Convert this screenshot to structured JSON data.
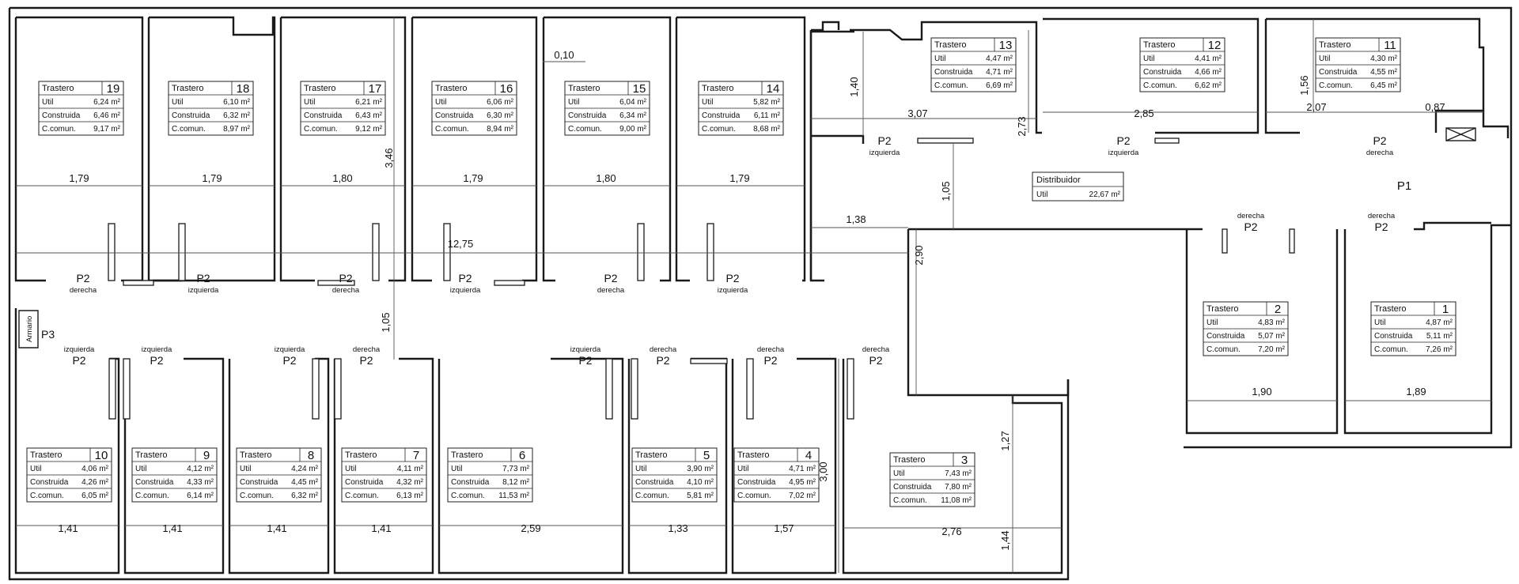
{
  "rooms": [
    {
      "id": "19",
      "title": "Trastero",
      "rows": [
        {
          "label": "Util",
          "value": "6,24 m²"
        },
        {
          "label": "Construida",
          "value": "6,46 m²"
        },
        {
          "label": "C.comun.",
          "value": "9,17 m²"
        }
      ]
    },
    {
      "id": "18",
      "title": "Trastero",
      "rows": [
        {
          "label": "Util",
          "value": "6,10 m²"
        },
        {
          "label": "Construida",
          "value": "6,32 m²"
        },
        {
          "label": "C.comun.",
          "value": "8,97 m²"
        }
      ]
    },
    {
      "id": "17",
      "title": "Trastero",
      "rows": [
        {
          "label": "Util",
          "value": "6,21 m²"
        },
        {
          "label": "Construida",
          "value": "6,43 m²"
        },
        {
          "label": "C.comun.",
          "value": "9,12 m²"
        }
      ]
    },
    {
      "id": "16",
      "title": "Trastero",
      "rows": [
        {
          "label": "Util",
          "value": "6,06 m²"
        },
        {
          "label": "Construida",
          "value": "6,30 m²"
        },
        {
          "label": "C.comun.",
          "value": "8,94 m²"
        }
      ]
    },
    {
      "id": "15",
      "title": "Trastero",
      "rows": [
        {
          "label": "Util",
          "value": "6,04 m²"
        },
        {
          "label": "Construida",
          "value": "6,34 m²"
        },
        {
          "label": "C.comun.",
          "value": "9,00 m²"
        }
      ]
    },
    {
      "id": "14",
      "title": "Trastero",
      "rows": [
        {
          "label": "Util",
          "value": "5,82 m²"
        },
        {
          "label": "Construida",
          "value": "6,11 m²"
        },
        {
          "label": "C.comun.",
          "value": "8,68 m²"
        }
      ]
    },
    {
      "id": "13",
      "title": "Trastero",
      "rows": [
        {
          "label": "Util",
          "value": "4,47 m²"
        },
        {
          "label": "Construida",
          "value": "4,71 m²"
        },
        {
          "label": "C.comun.",
          "value": "6,69 m²"
        }
      ]
    },
    {
      "id": "12",
      "title": "Trastero",
      "rows": [
        {
          "label": "Util",
          "value": "4,41 m²"
        },
        {
          "label": "Construida",
          "value": "4,66 m²"
        },
        {
          "label": "C.comun.",
          "value": "6,62 m²"
        }
      ]
    },
    {
      "id": "11",
      "title": "Trastero",
      "rows": [
        {
          "label": "Util",
          "value": "4,30 m²"
        },
        {
          "label": "Construida",
          "value": "4,55 m²"
        },
        {
          "label": "C.comun.",
          "value": "6,45 m²"
        }
      ]
    },
    {
      "id": "2",
      "title": "Trastero",
      "rows": [
        {
          "label": "Util",
          "value": "4,83 m²"
        },
        {
          "label": "Construida",
          "value": "5,07 m²"
        },
        {
          "label": "C.comun.",
          "value": "7,20 m²"
        }
      ]
    },
    {
      "id": "1",
      "title": "Trastero",
      "rows": [
        {
          "label": "Util",
          "value": "4,87 m²"
        },
        {
          "label": "Construida",
          "value": "5,11 m²"
        },
        {
          "label": "C.comun.",
          "value": "7,26 m²"
        }
      ]
    },
    {
      "id": "10",
      "title": "Trastero",
      "rows": [
        {
          "label": "Util",
          "value": "4,06 m²"
        },
        {
          "label": "Construida",
          "value": "4,26 m²"
        },
        {
          "label": "C.comun.",
          "value": "6,05 m²"
        }
      ]
    },
    {
      "id": "9",
      "title": "Trastero",
      "rows": [
        {
          "label": "Util",
          "value": "4,12 m²"
        },
        {
          "label": "Construida",
          "value": "4,33 m²"
        },
        {
          "label": "C.comun.",
          "value": "6,14 m²"
        }
      ]
    },
    {
      "id": "8",
      "title": "Trastero",
      "rows": [
        {
          "label": "Util",
          "value": "4,24 m²"
        },
        {
          "label": "Construida",
          "value": "4,45 m²"
        },
        {
          "label": "C.comun.",
          "value": "6,32 m²"
        }
      ]
    },
    {
      "id": "7",
      "title": "Trastero",
      "rows": [
        {
          "label": "Util",
          "value": "4,11 m²"
        },
        {
          "label": "Construida",
          "value": "4,32 m²"
        },
        {
          "label": "C.comun.",
          "value": "6,13 m²"
        }
      ]
    },
    {
      "id": "6",
      "title": "Trastero",
      "rows": [
        {
          "label": "Util",
          "value": "7,73 m²"
        },
        {
          "label": "Construida",
          "value": "8,12 m²"
        },
        {
          "label": "C.comun.",
          "value": "11,53 m²"
        }
      ]
    },
    {
      "id": "5",
      "title": "Trastero",
      "rows": [
        {
          "label": "Util",
          "value": "3,90 m²"
        },
        {
          "label": "Construida",
          "value": "4,10 m²"
        },
        {
          "label": "C.comun.",
          "value": "5,81 m²"
        }
      ]
    },
    {
      "id": "4",
      "title": "Trastero",
      "rows": [
        {
          "label": "Util",
          "value": "4,71 m²"
        },
        {
          "label": "Construida",
          "value": "4,95 m²"
        },
        {
          "label": "C.comun.",
          "value": "7,02 m²"
        }
      ]
    },
    {
      "id": "3",
      "title": "Trastero",
      "rows": [
        {
          "label": "Util",
          "value": "7,43 m²"
        },
        {
          "label": "Construida",
          "value": "7,80 m²"
        },
        {
          "label": "C.comun.",
          "value": "11,08 m²"
        }
      ]
    }
  ],
  "distribuidor": {
    "title": "Distribuidor",
    "label": "Util",
    "value": "22,67 m²"
  },
  "dimensions": [
    "1,79",
    "1,79",
    "1,80",
    "1,79",
    "1,80",
    "1,79",
    "3,07",
    "2,85",
    "2,07",
    "0,87",
    "1,40",
    "1,56",
    "2,73",
    "3,46",
    "0,10",
    "12,75",
    "1,38",
    "1,05",
    "1,05",
    "2,90",
    "1,90",
    "1,89",
    "1,41",
    "1,41",
    "1,41",
    "1,41",
    "2,59",
    "1,33",
    "1,57",
    "2,76",
    "1,27",
    "3,00",
    "1,44"
  ],
  "door_labels": [
    {
      "type": "P2",
      "dir": "derecha"
    },
    {
      "type": "P2",
      "dir": "izquierda"
    },
    {
      "type": "P2",
      "dir": "derecha"
    },
    {
      "type": "P2",
      "dir": "izquierda"
    },
    {
      "type": "P2",
      "dir": "derecha"
    },
    {
      "type": "P2",
      "dir": "izquierda"
    },
    {
      "type": "P2",
      "dir": "izquierda"
    },
    {
      "type": "P2",
      "dir": "izquierda"
    },
    {
      "type": "P2",
      "dir": "derecha"
    },
    {
      "type": "P2",
      "dir": "derecha"
    },
    {
      "type": "P2",
      "dir": "derecha"
    },
    {
      "type": "P2",
      "dir": "izquierda"
    },
    {
      "type": "P2",
      "dir": "izquierda"
    },
    {
      "type": "P2",
      "dir": "izquierda"
    },
    {
      "type": "P2",
      "dir": "derecha"
    },
    {
      "type": "P2",
      "dir": "izquierda"
    },
    {
      "type": "P2",
      "dir": "derecha"
    },
    {
      "type": "P2",
      "dir": "derecha"
    },
    {
      "type": "P2",
      "dir": "derecha"
    }
  ],
  "p1_label": "P1",
  "p3_label": "P3",
  "armario_label": "Armario"
}
